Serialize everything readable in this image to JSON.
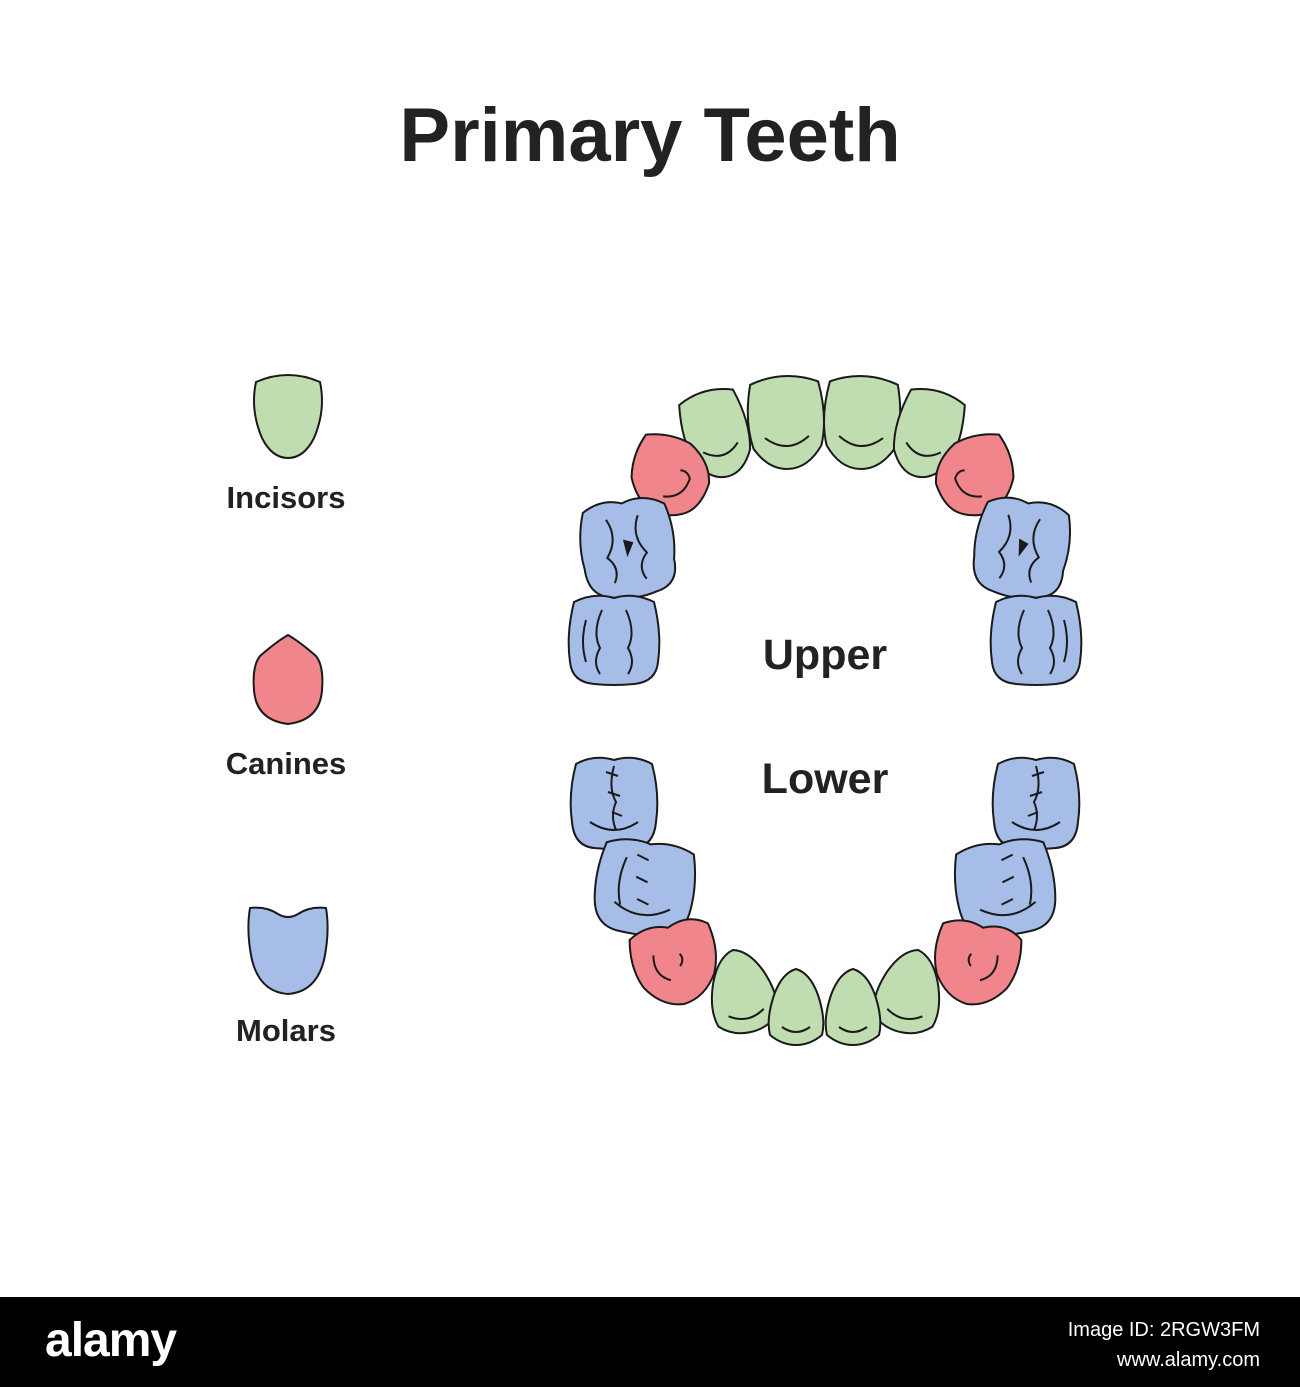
{
  "title": "Primary Teeth",
  "legend": {
    "incisors": "Incisors",
    "canines": "Canines",
    "molars": "Molars"
  },
  "jaw_labels": {
    "upper": "Upper",
    "lower": "Lower"
  },
  "colors": {
    "incisor": "#bfddb0",
    "canine": "#f0868c",
    "molar": "#a6bde8",
    "outline": "#1a1a1a",
    "text": "#222222"
  },
  "footer": {
    "brand": "alamy",
    "image_id": "Image ID: 2RGW3FM",
    "site": "www.alamy.com"
  }
}
